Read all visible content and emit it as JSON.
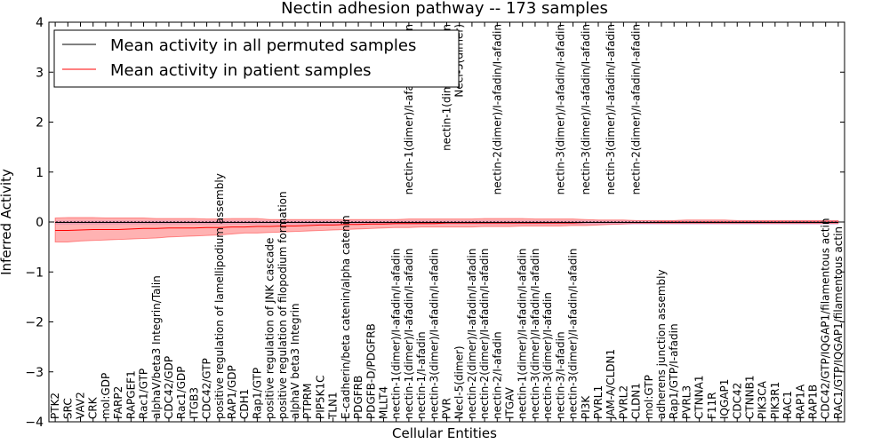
{
  "chart_data": {
    "type": "line",
    "title": "Nectin adhesion pathway -- 173 samples",
    "xlabel": "Cellular Entities",
    "ylabel": "Inferred Activity",
    "ylim": [
      -4,
      4
    ],
    "yticks": [
      -4,
      -3,
      -2,
      -1,
      0,
      1,
      2,
      3,
      4
    ],
    "ytick_labels": [
      "−4",
      "−3",
      "−2",
      "−1",
      "0",
      "1",
      "2",
      "3",
      "4"
    ],
    "legend_position": "top-left",
    "categories": [
      "PTK2",
      "SRC",
      "VAV2",
      "CRK",
      "mol:GDP",
      "FARP2",
      "RAPGEF1",
      "Rac1/GTP",
      "alphaV/beta3 Integrin/Talin",
      "CDC42/GDP",
      "Rac1/GDP",
      "ITGB3",
      "CDC42/GTP",
      "positive regulation of lamellipodium assembly",
      "RAP1/GDP",
      "CDH1",
      "Rap1/GTP",
      "positive regulation of JNK cascade",
      "positive regulation of filopodium formation",
      "alphaV beta3 Integrin",
      "PTPRM",
      "PIP5K1C",
      "TLN1",
      "E-cadherin/beta catenin/alpha catenin",
      "PDGFRB",
      "PDGFB-D/PDGFRB",
      "MLLT4",
      "nectin-1(dimer)/I-afadin/I-afadin",
      "nectin-1(dimer)/I-afadin/I-afadin",
      "nectin-1/I-afadin",
      "nectin-3(dimer)/I-afadin/I-afadin",
      "PVR",
      "Necl-5(dimer)",
      "nectin-2(dimer)/I-afadin/I-afadin",
      "nectin-2(dimer)/I-afadin/I-afadin",
      "nectin-2/I-afadin",
      "ITGAV",
      "nectin-1(dimer)/I-afadin/I-afadin",
      "nectin-3(dimer)/I-afadin/I-afadin",
      "nectin-3(dimer)/I-afadin",
      "nectin-3/I-afadin",
      "nectin-3(dimer)/I-afadin/I-afadin",
      "PI3K",
      "PVRL1",
      "JAM-A/CLDN1",
      "PVRL2",
      "CLDN1",
      "mol:GTP",
      "adherens junction assembly",
      "Rap1/GTP/I-afadin",
      "PVRL3",
      "CTNNA1",
      "F11R",
      "IQGAP1",
      "CDC42",
      "CTNNB1",
      "PIK3CA",
      "PIK3R1",
      "RAC1",
      "RAP1A",
      "RAP1B",
      "CDC42/GTP/IQGAP1/filamentous actin",
      "RAC1/GTP/IQGAP1/filamentous actin"
    ],
    "top_labels": [
      {
        "index": 28,
        "text": "nectin-1(dimer)/I-afadin/I-afadin"
      },
      {
        "index": 31,
        "text": "nectin-1(dimer)/I-afadin"
      },
      {
        "index": 32,
        "text": "Necl-5(dimer)"
      },
      {
        "index": 35,
        "text": "nectin-2(dimer)/I-afadin/I-afadin"
      },
      {
        "index": 40,
        "text": "nectin-3(dimer)/I-afadin/I-afadin"
      },
      {
        "index": 42,
        "text": "nectin-3(dimer)/I-afadin/I-afadin"
      },
      {
        "index": 44,
        "text": "nectin-3(dimer)/I-afadin/I-afadin"
      },
      {
        "index": 46,
        "text": "nectin-2(dimer)/I-afadin/I-afadin"
      }
    ],
    "series": [
      {
        "name": "Mean activity in all permuted samples",
        "color": "#000000",
        "values": [
          -0.01,
          -0.01,
          -0.01,
          -0.01,
          -0.01,
          -0.01,
          -0.01,
          -0.01,
          -0.01,
          -0.01,
          -0.01,
          -0.01,
          -0.01,
          -0.01,
          -0.01,
          -0.01,
          -0.01,
          -0.01,
          -0.01,
          -0.01,
          -0.01,
          -0.01,
          -0.01,
          -0.01,
          -0.01,
          -0.01,
          -0.01,
          -0.01,
          -0.01,
          -0.01,
          -0.01,
          -0.01,
          -0.01,
          -0.01,
          -0.01,
          -0.01,
          -0.01,
          -0.01,
          -0.01,
          -0.01,
          -0.01,
          -0.01,
          -0.01,
          -0.01,
          -0.01,
          -0.01,
          -0.01,
          -0.01,
          -0.01,
          -0.01,
          -0.01,
          -0.01,
          -0.01,
          -0.01,
          -0.01,
          -0.01,
          -0.01,
          -0.01,
          -0.01,
          -0.01,
          -0.01,
          -0.01,
          -0.01
        ],
        "band_color": "#8080ff"
      },
      {
        "name": "Mean activity in patient samples",
        "color": "#ff0000",
        "values": [
          -0.17,
          -0.17,
          -0.16,
          -0.15,
          -0.15,
          -0.15,
          -0.14,
          -0.13,
          -0.13,
          -0.12,
          -0.12,
          -0.12,
          -0.11,
          -0.11,
          -0.1,
          -0.1,
          -0.09,
          -0.09,
          -0.08,
          -0.08,
          -0.07,
          -0.06,
          -0.06,
          -0.05,
          -0.05,
          -0.04,
          -0.04,
          -0.03,
          -0.03,
          -0.03,
          -0.03,
          -0.02,
          -0.02,
          -0.02,
          -0.02,
          -0.02,
          -0.02,
          -0.02,
          -0.02,
          -0.02,
          -0.02,
          -0.02,
          -0.01,
          -0.01,
          -0.01,
          -0.01,
          -0.01,
          -0.01,
          0.0,
          0.0,
          0.0,
          0.0,
          0.0,
          0.0,
          0.0,
          0.0,
          0.0,
          0.0,
          0.0,
          0.0,
          0.0,
          0.0,
          0.0
        ],
        "band_upper": [
          0.08,
          0.09,
          0.09,
          0.09,
          0.08,
          0.08,
          0.08,
          0.08,
          0.07,
          0.07,
          0.07,
          0.07,
          0.06,
          0.06,
          0.07,
          0.07,
          0.07,
          0.05,
          0.05,
          0.05,
          0.05,
          0.05,
          0.05,
          0.05,
          0.05,
          0.05,
          0.05,
          0.05,
          0.06,
          0.06,
          0.06,
          0.06,
          0.06,
          0.06,
          0.07,
          0.07,
          0.07,
          0.07,
          0.06,
          0.06,
          0.06,
          0.06,
          0.05,
          0.04,
          0.04,
          0.04,
          0.03,
          0.03,
          0.03,
          0.03,
          0.04,
          0.04,
          0.04,
          0.04,
          0.03,
          0.03,
          0.03,
          0.03,
          0.03,
          0.03,
          0.03,
          0.03,
          0.03
        ],
        "band_lower": [
          -0.4,
          -0.4,
          -0.38,
          -0.37,
          -0.36,
          -0.35,
          -0.34,
          -0.33,
          -0.32,
          -0.3,
          -0.29,
          -0.28,
          -0.27,
          -0.26,
          -0.24,
          -0.22,
          -0.22,
          -0.21,
          -0.2,
          -0.19,
          -0.18,
          -0.17,
          -0.16,
          -0.15,
          -0.14,
          -0.13,
          -0.12,
          -0.11,
          -0.11,
          -0.1,
          -0.1,
          -0.1,
          -0.1,
          -0.1,
          -0.09,
          -0.09,
          -0.09,
          -0.08,
          -0.08,
          -0.08,
          -0.08,
          -0.07,
          -0.07,
          -0.06,
          -0.05,
          -0.04,
          -0.03,
          -0.03,
          -0.03,
          -0.03,
          -0.03,
          -0.03,
          -0.03,
          -0.03,
          -0.03,
          -0.03,
          -0.03,
          -0.03,
          -0.03,
          -0.03,
          -0.03,
          -0.03,
          -0.03
        ],
        "band_color": "#ff0000"
      }
    ],
    "middle_line": [
      -0.01,
      -0.01,
      -0.01,
      -0.01,
      -0.01,
      -0.01,
      -0.01,
      -0.01,
      -0.01,
      -0.01,
      -0.01,
      -0.01,
      -0.01,
      -0.01,
      -0.01,
      -0.01,
      -0.01,
      -0.01,
      -0.01,
      -0.01,
      -0.01,
      -0.01,
      -0.01,
      -0.01,
      -0.01,
      -0.01,
      -0.01,
      -0.01,
      -0.01,
      -0.01,
      -0.01,
      -0.01,
      -0.01,
      -0.01,
      -0.01,
      -0.01,
      -0.01,
      -0.01,
      -0.01,
      -0.01,
      -0.01,
      -0.01,
      -0.01,
      -0.01,
      -0.01,
      -0.01,
      -0.01,
      -0.01,
      -0.01,
      -0.01,
      -0.01,
      -0.01,
      -0.01,
      -0.01,
      -0.01,
      -0.01,
      -0.01,
      -0.01,
      -0.01,
      -0.01,
      -0.01,
      -0.01,
      -0.01
    ]
  }
}
